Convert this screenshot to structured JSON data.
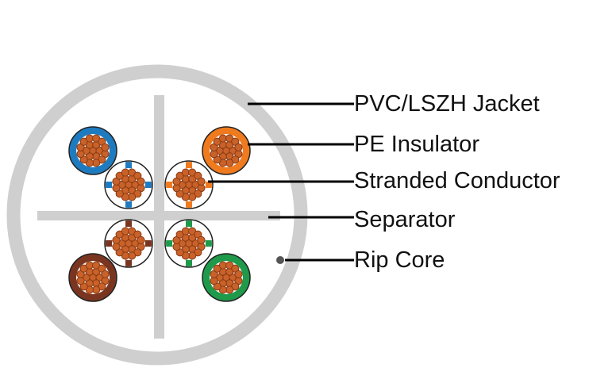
{
  "colors": {
    "jacket": "#cfcfcf",
    "separator": "#cfcfcf",
    "leader_line": "#000000",
    "rip_core": "#555555",
    "conductor_fill": "#c8622a",
    "conductor_edge": "#8a3a12",
    "pair_blue": "#1f7bc0",
    "pair_orange": "#f07a1e",
    "pair_green": "#1e9a4a",
    "pair_brown": "#7a3520"
  },
  "pairs": [
    {
      "name": "blue-pair",
      "color": "#1f7bc0"
    },
    {
      "name": "orange-pair",
      "color": "#f07a1e"
    },
    {
      "name": "brown-pair",
      "color": "#7a3520"
    },
    {
      "name": "green-pair",
      "color": "#1e9a4a"
    }
  ],
  "callouts": [
    {
      "id": "jacket",
      "label": "PVC/LSZH Jacket"
    },
    {
      "id": "insulator",
      "label": "PE Insulator"
    },
    {
      "id": "conductor",
      "label": "Stranded Conductor"
    },
    {
      "id": "separator",
      "label": "Separator"
    },
    {
      "id": "rip-core",
      "label": "Rip Core"
    }
  ]
}
